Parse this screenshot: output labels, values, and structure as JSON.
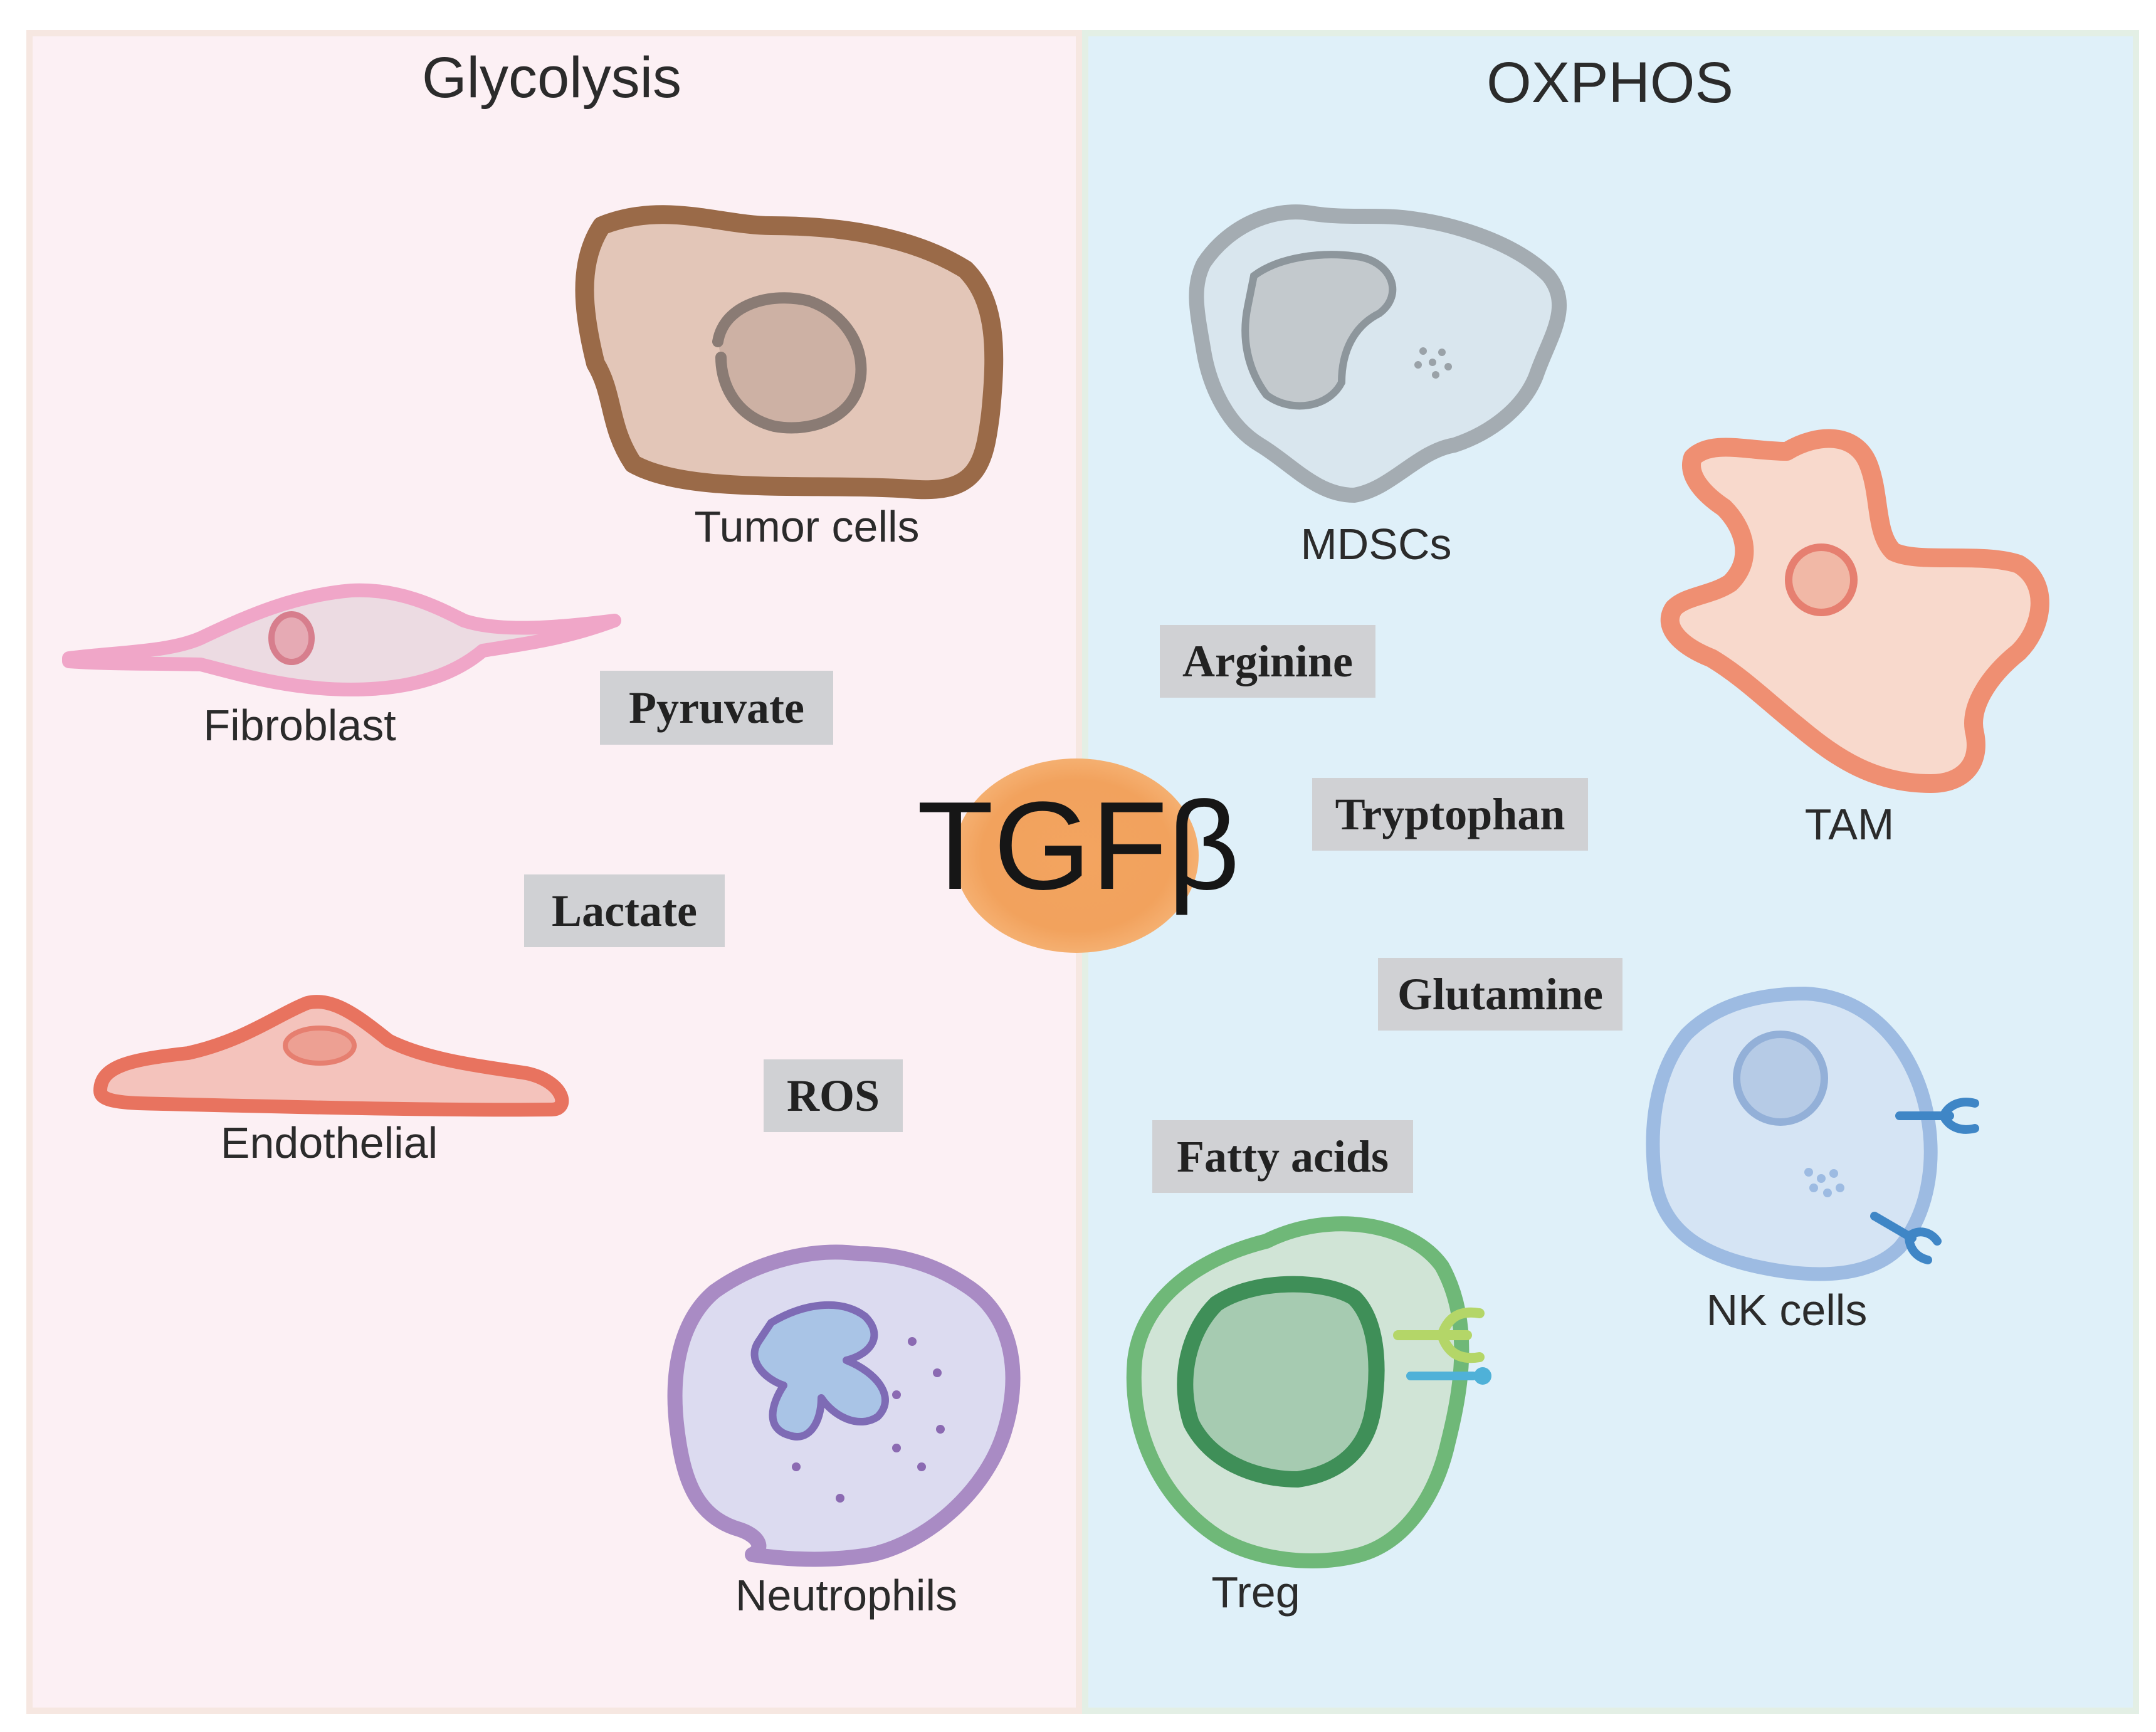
{
  "panels": {
    "left_title": "Glycolysis",
    "right_title": "OXPHOS",
    "left_color": "#fcf0f4",
    "right_color": "#dff0f9"
  },
  "center": {
    "label": "TGFβ",
    "color": "#f3a460"
  },
  "cells": {
    "tumor": "Tumor cells",
    "fibroblast": "Fibroblast",
    "endothelial": "Endothelial",
    "neutrophils": "Neutrophils",
    "mdscs": "MDSCs",
    "tam": "TAM",
    "treg": "Treg",
    "nk": "NK cells"
  },
  "metabolites": {
    "pyruvate": "Pyruvate",
    "lactate": "Lactate",
    "ros": "ROS",
    "arginine": "Arginine",
    "tryptophan": "Tryptophan",
    "glutamine": "Glutamine",
    "fatty_acids": "Fatty acids"
  },
  "cell_colors": {
    "tumor": "#9a6a48",
    "fibroblast": "#f0a6c8",
    "endothelial": "#e8735f",
    "neutrophils": "#a98bc4",
    "mdscs": "#a4acb2",
    "tam": "#ef8f72",
    "treg": "#6fb878",
    "nk": "#9dbbe2"
  }
}
